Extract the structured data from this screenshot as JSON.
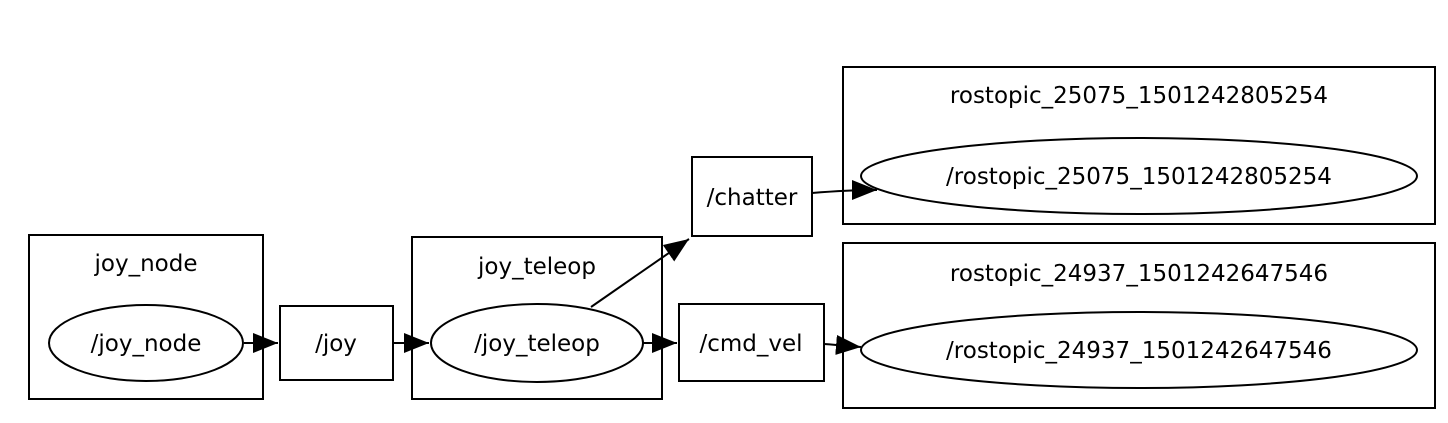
{
  "graph": {
    "type": "ros-node-graph",
    "colors": {
      "background": "#ffffff",
      "stroke": "#000000",
      "text": "#000000"
    },
    "namespaces": [
      {
        "title": "joy_node",
        "node_label": "/joy_node"
      },
      {
        "title": "joy_teleop",
        "node_label": "/joy_teleop"
      },
      {
        "title": "rostopic_25075_1501242805254",
        "node_label": "/rostopic_25075_1501242805254"
      },
      {
        "title": "rostopic_24937_1501242647546",
        "node_label": "/rostopic_24937_1501242647546"
      }
    ],
    "topics": [
      {
        "label": "/joy"
      },
      {
        "label": "/chatter"
      },
      {
        "label": "/cmd_vel"
      }
    ],
    "edges": [
      {
        "from": "/joy_node",
        "to": "/joy"
      },
      {
        "from": "/joy",
        "to": "/joy_teleop"
      },
      {
        "from": "/joy_teleop",
        "to": "/chatter"
      },
      {
        "from": "/joy_teleop",
        "to": "/cmd_vel"
      },
      {
        "from": "/chatter",
        "to": "/rostopic_25075_1501242805254"
      },
      {
        "from": "/cmd_vel",
        "to": "/rostopic_24937_1501242647546"
      }
    ]
  }
}
